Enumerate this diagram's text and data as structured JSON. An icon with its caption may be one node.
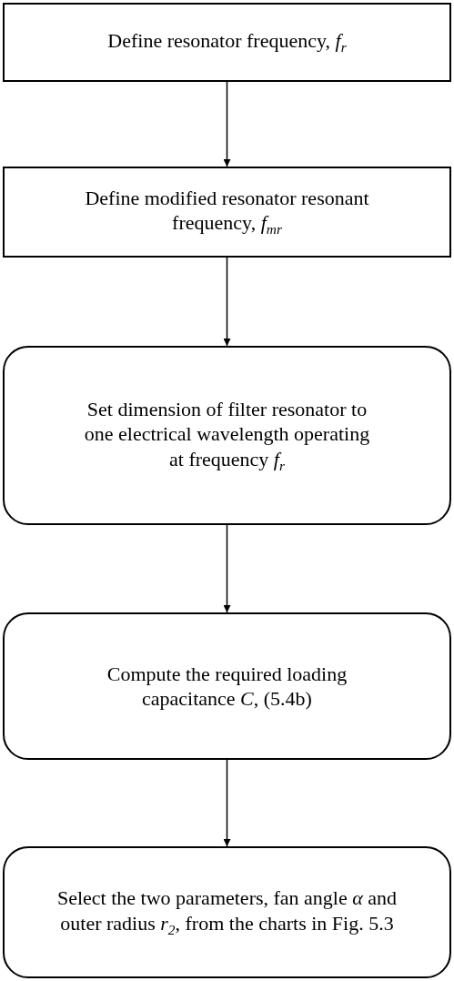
{
  "diagram": {
    "nodes": [
      {
        "text": [
          "Define resonator frequency, *f*$_{r}$"
        ]
      },
      {
        "text": [
          "Define modified resonator resonant frequency, *f*$_{mr}$"
        ]
      },
      {
        "text": [
          "Set dimension of filter resonator to one electrical wavelength operating at frequency *f*$_{r}$"
        ]
      },
      {
        "text": [
          "Compute the required loading capacitance *C*, (5.4b)"
        ]
      },
      {
        "text": [
          "Select the two parameters, fan angle *α* and outer radius *r*$_{2}$, from the charts in Fig. 5.3"
        ]
      }
    ],
    "edges": [
      {
        "from": 0,
        "to": 1,
        "arrow": "to"
      },
      {
        "from": 1,
        "to": 2,
        "arrow": "to"
      },
      {
        "from": 2,
        "to": 3,
        "arrow": "to"
      },
      {
        "from": 3,
        "to": 4,
        "arrow": "to"
      }
    ]
  }
}
